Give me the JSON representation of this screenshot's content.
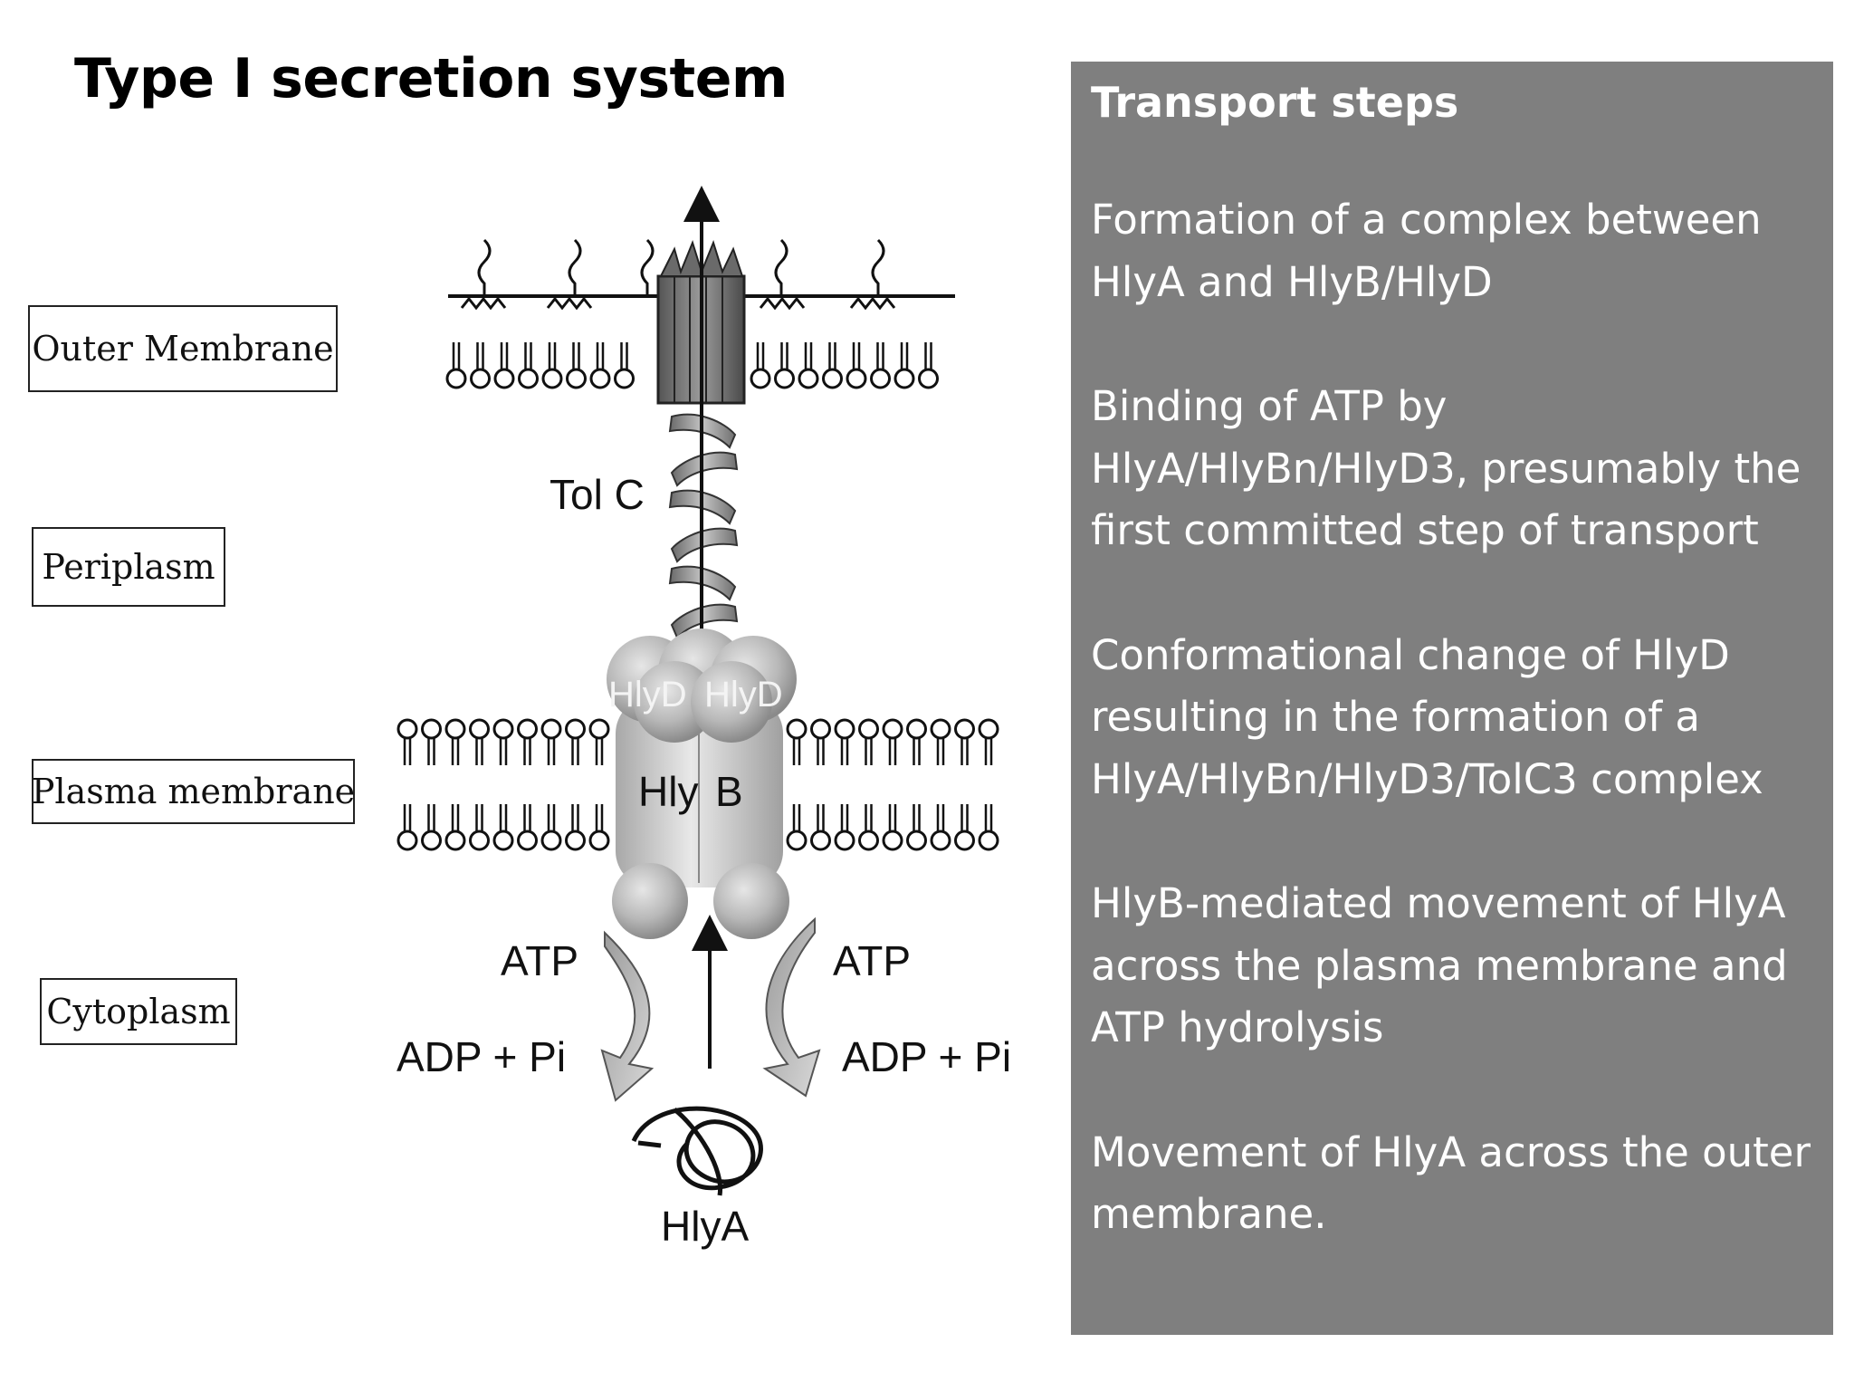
{
  "title": "Type I secretion system",
  "region_labels": {
    "outer_membrane": "Outer Membrane",
    "periplasm": "Periplasm",
    "plasma_membrane": "Plasma membrane",
    "cytoplasm": "Cytoplasm"
  },
  "diagram_labels": {
    "tolc": "Tol C",
    "hlyd_left": "HlyD",
    "hlyd_right": "HlyD",
    "hly": "Hly",
    "b": "B",
    "atp_left": "ATP",
    "atp_right": "ATP",
    "adp_left": "ADP + Pi",
    "adp_right": "ADP + Pi",
    "hlya": "HlyA"
  },
  "steps_panel": {
    "heading": "Transport steps",
    "steps": [
      "Formation of a complex between HlyA and HlyB/HlyD",
      "Binding of ATP by HlyA/HlyBn/HlyD3, presumably the first committed step of transport",
      "Conformational change of HlyD resulting in the formation of a HlyA/HlyBn/HlyD3/TolC3 complex",
      "HlyB-mediated movement of HlyA across the plasma membrane and ATP hydrolysis",
      "Movement of HlyA across the outer membrane."
    ]
  },
  "colors": {
    "panel_background": "#7f7f7f",
    "panel_text": "#ffffff",
    "title_text": "#000000"
  }
}
